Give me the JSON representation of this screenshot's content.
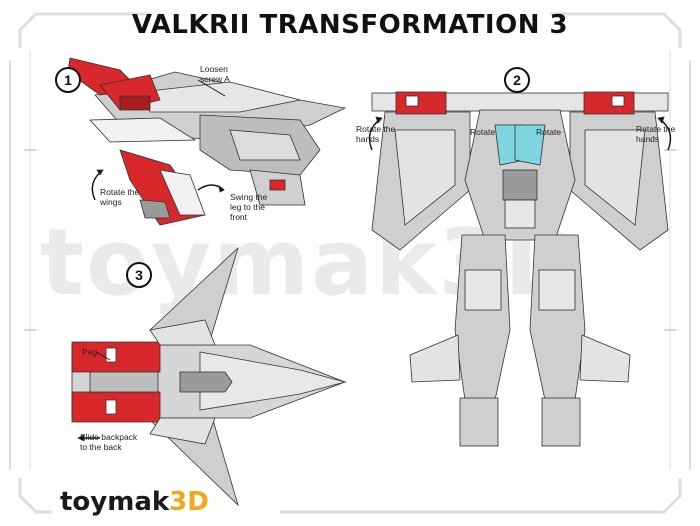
{
  "title": "VALKRII TRANSFORMATION 3",
  "watermark": "toymak3D",
  "brand": {
    "part1": "toymak",
    "part2": "3D",
    "accent": "#f2a81d"
  },
  "colors": {
    "red": "#d8282b",
    "grey": "#cfcfcf",
    "cyan": "#7fd6e0",
    "frame": "#e3e3e3"
  },
  "steps": [
    {
      "number": "1",
      "labels": {
        "loosen": "Loosen\nscrew A",
        "swing": "Swing the\nleg to the\nfront",
        "wings": "Rotate the\nwings"
      }
    },
    {
      "number": "2",
      "labels": {
        "hands_left": "Rotate the\nhands",
        "hands_right": "Rotate the\nhands",
        "rotate_left": "Rotate",
        "rotate_right": "Rotate"
      }
    },
    {
      "number": "3",
      "labels": {
        "peg": "Peg",
        "backpack": "Slide backpack\nto the back"
      }
    }
  ]
}
